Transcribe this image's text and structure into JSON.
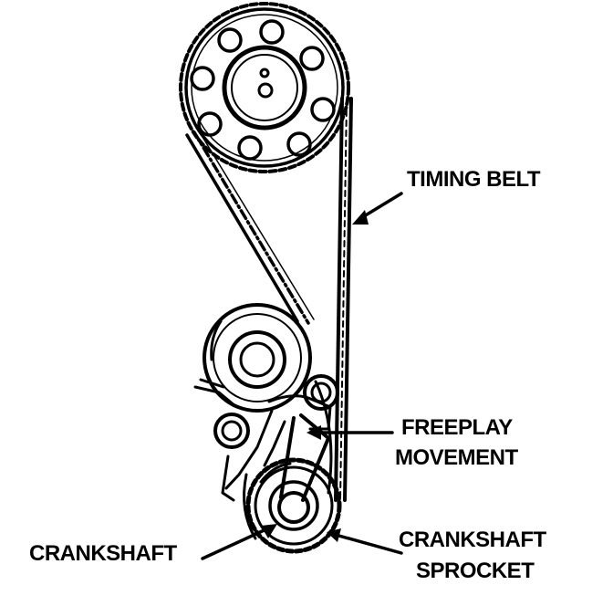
{
  "labels": {
    "timing_belt": "TIMING BELT",
    "freeplay_line1": "FREEPLAY",
    "freeplay_line2": "MOVEMENT",
    "crankshaft": "CRANKSHAFT",
    "sprocket_line1": "CRANKSHAFT",
    "sprocket_line2": "SPROCKET"
  },
  "colors": {
    "ink": "#000000",
    "paper": "#ffffff"
  }
}
